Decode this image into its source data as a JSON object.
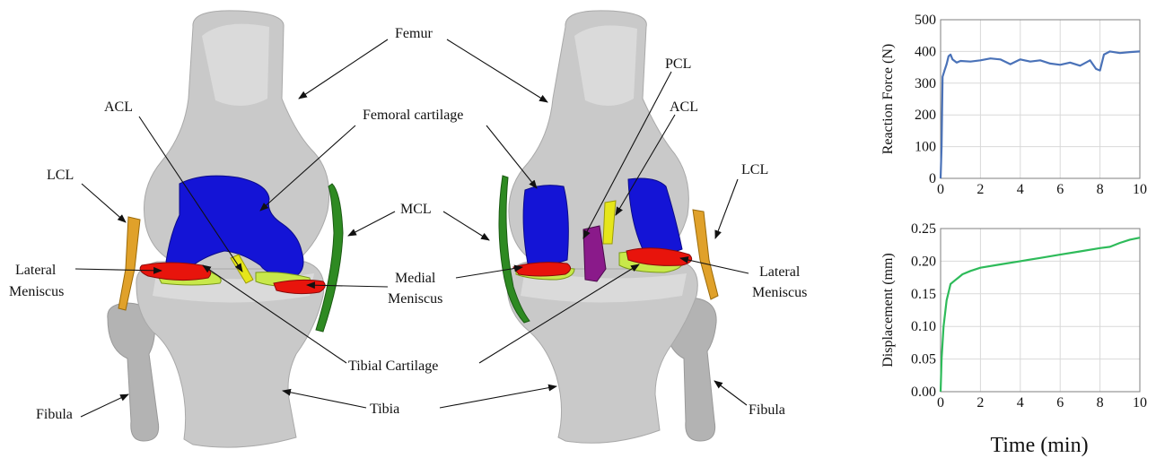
{
  "colors": {
    "bone": "#c9c9c9",
    "femoral_cartilage": "#1414d6",
    "meniscus": "#e8140c",
    "tibial_cartilage": "#c8e84a",
    "acl": "#e6e61a",
    "pcl": "#8a1a8a",
    "lcl": "#e0a12a",
    "mcl": "#2e8a22",
    "force_line": "#4a72b8",
    "displacement_line": "#2ebb5a"
  },
  "labels": {
    "left": {
      "femur": "Femur",
      "acl": "ACL",
      "femoral_cartilage": "Femoral cartilage",
      "lcl": "LCL",
      "mcl": "MCL",
      "lateral_meniscus_l1": "Lateral",
      "lateral_meniscus_l2": "Meniscus",
      "medial_meniscus_l1": "Medial",
      "medial_meniscus_l2": "Meniscus",
      "tibial_cartilage": "Tibial Cartilage",
      "fibula": "Fibula",
      "tibia": "Tibia"
    },
    "right": {
      "pcl": "PCL",
      "acl": "ACL",
      "lcl": "LCL",
      "lateral_meniscus_l1": "Lateral",
      "lateral_meniscus_l2": "Meniscus",
      "fibula": "Fibula"
    }
  },
  "chart_data": [
    {
      "type": "line",
      "xlabel": "",
      "ylabel": "Reaction Force (N)",
      "xlim": [
        0,
        10
      ],
      "ylim": [
        0,
        500
      ],
      "xticks": [
        0,
        2,
        4,
        6,
        8,
        10
      ],
      "yticks": [
        0,
        100,
        200,
        300,
        400,
        500
      ],
      "grid": true,
      "series": [
        {
          "x": [
            0,
            0.05,
            0.1,
            0.2,
            0.3,
            0.4,
            0.5,
            0.6,
            0.8,
            1,
            1.5,
            2,
            2.5,
            3,
            3.5,
            4,
            4.5,
            5,
            5.5,
            6,
            6.5,
            7,
            7.5,
            7.8,
            8,
            8.2,
            8.5,
            9,
            9.5,
            10
          ],
          "y": [
            0,
            100,
            320,
            340,
            360,
            385,
            390,
            375,
            365,
            370,
            368,
            372,
            378,
            375,
            360,
            375,
            368,
            372,
            362,
            358,
            365,
            355,
            372,
            345,
            340,
            390,
            400,
            395,
            398,
            400
          ]
        }
      ]
    },
    {
      "type": "line",
      "xlabel": "Time (min)",
      "ylabel": "Displacement (mm)",
      "xlim": [
        0,
        10
      ],
      "ylim": [
        0,
        0.25
      ],
      "xticks": [
        0,
        2,
        4,
        6,
        8,
        10
      ],
      "yticks": [
        "0.00",
        "0.05",
        "0.10",
        "0.15",
        "0.20",
        "0.25"
      ],
      "grid": true,
      "series": [
        {
          "x": [
            0,
            0.05,
            0.15,
            0.3,
            0.5,
            0.7,
            0.9,
            1.1,
            1.5,
            2,
            3,
            4,
            5,
            6,
            7,
            8,
            8.5,
            9,
            9.5,
            10
          ],
          "y": [
            0,
            0.05,
            0.1,
            0.14,
            0.165,
            0.17,
            0.175,
            0.18,
            0.185,
            0.19,
            0.195,
            0.2,
            0.205,
            0.21,
            0.215,
            0.22,
            0.222,
            0.228,
            0.233,
            0.236
          ]
        }
      ]
    }
  ]
}
